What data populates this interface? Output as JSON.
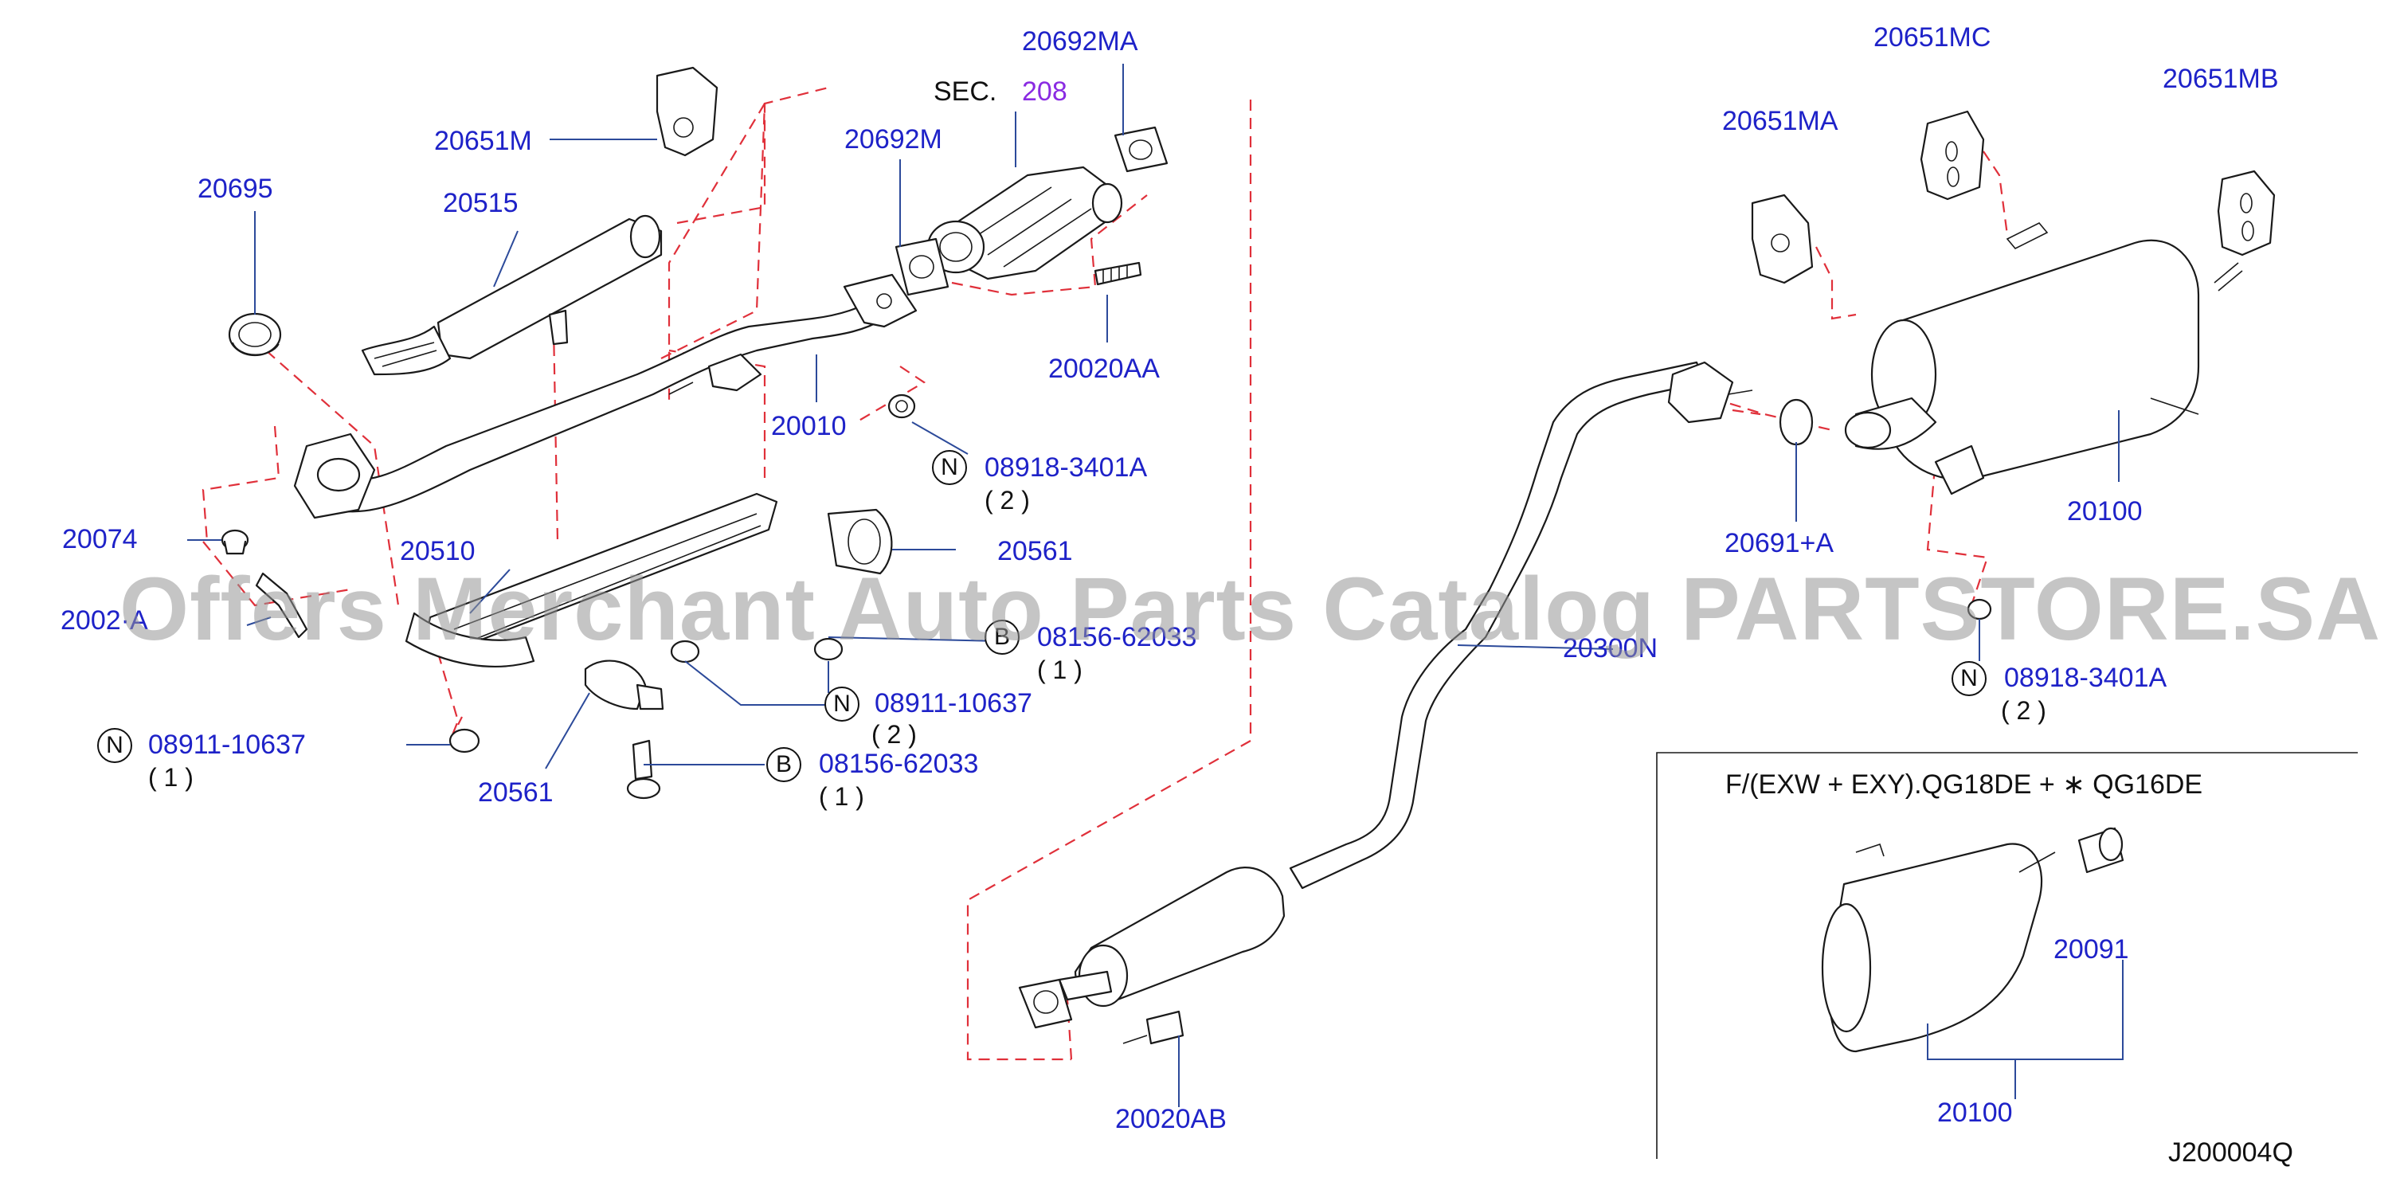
{
  "diagram": {
    "watermark": "Offers Merchant Auto Parts Catalog PARTSTORE.SA",
    "sec_prefix": "SEC.",
    "sec_number": "208",
    "drawing_code": "J200004Q",
    "variant_text": "F/(EXW  +  EXY).QG18DE  +  ∗ QG16DE",
    "colors": {
      "label": "#1e22c8",
      "dashed_line": "#e0303a",
      "sec_number": "#8a2be2",
      "leader": "#2c4a9a"
    },
    "parts": {
      "p20692MA": "20692MA",
      "p20651M": "20651M",
      "p20692M": "20692M",
      "p20695": "20695",
      "p20515": "20515",
      "p20020AA": "20020AA",
      "p20010": "20010",
      "p20074": "20074",
      "p20020A": "2002·A",
      "p20510": "20510",
      "p20561a": "20561",
      "p20561b": "20561",
      "p20300N": "20300N",
      "p20020AB": "20020AB",
      "p20651MC": "20651MC",
      "p20651MA": "20651MA",
      "p20651MB": "20651MB",
      "p20691A": "20691+A",
      "p20100": "20100",
      "p20091": "20091",
      "p20100b": "20100"
    },
    "fasteners": {
      "n1": {
        "prefix": "N",
        "part": "08918-3401A",
        "qty": "( 2 )"
      },
      "n2": {
        "prefix": "N",
        "part": "08911-10637",
        "qty": "( 2 )"
      },
      "n3": {
        "prefix": "N",
        "part": "08911-10637",
        "qty": "( 1 )"
      },
      "n4": {
        "prefix": "N",
        "part": "08918-3401A",
        "qty": "( 2 )"
      },
      "b1": {
        "prefix": "B",
        "part": "08156-62033",
        "qty": "( 1 )"
      },
      "b2": {
        "prefix": "B",
        "part": "08156-62033",
        "qty": "( 1 )"
      }
    }
  }
}
